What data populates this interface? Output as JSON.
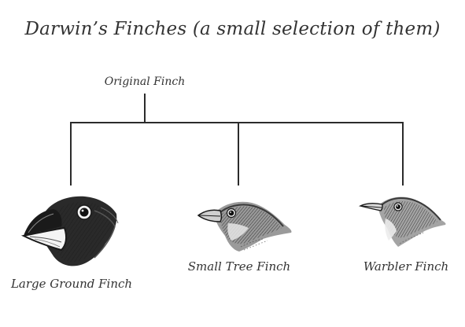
{
  "title": "Darwin’s Finches (a small selection of them)",
  "root": {
    "label": "Original Finch"
  },
  "species": [
    {
      "label": "Large Ground Finch",
      "icon": "large-ground-finch-head"
    },
    {
      "label": "Small Tree Finch",
      "icon": "small-tree-finch-head"
    },
    {
      "label": "Warbler Finch",
      "icon": "warbler-finch-head"
    }
  ],
  "colors": {
    "line": "#2b2b2b",
    "text": "#333333",
    "ink": "#1f1f1f"
  }
}
